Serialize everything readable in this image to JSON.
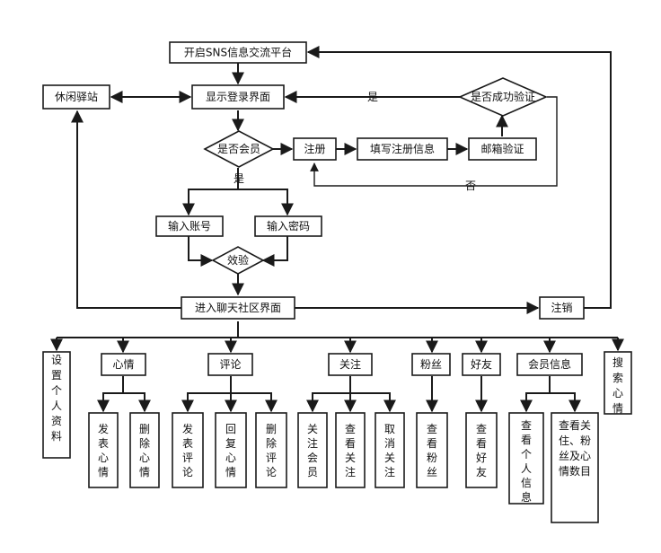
{
  "nodes": {
    "start": "开启SNS信息交流平台",
    "leisure": "休闲驿站",
    "login_screen": "显示登录界面",
    "verify_ok": "是否成功验证",
    "is_member": "是否会员",
    "register": "注册",
    "fill_info": "填写注册信息",
    "email_verify": "邮箱验证",
    "input_account": "输入账号",
    "input_password": "输入密码",
    "validate": "效验",
    "chat_community": "进入聊天社区界面",
    "logout": "注销",
    "settings": "设置个人资料",
    "mood": "心情",
    "comment": "评论",
    "follow": "关注",
    "fans": "粉丝",
    "friends": "好友",
    "member_info": "会员信息",
    "search_mood": "搜索心情",
    "post_mood": "发表心情",
    "delete_mood": "删除心情",
    "post_comment": "发表评论",
    "reply_mood": "回复心情",
    "delete_comment": "删除评论",
    "follow_member": "关注会员",
    "view_follow": "查看关注",
    "unfollow": "取消关注",
    "view_fans": "查看粉丝",
    "view_friends": "查看好友",
    "view_personal": "查看个人信息",
    "view_stats": "查看关住、粉丝及心情数目"
  },
  "edge_labels": {
    "yes_verify": "是",
    "yes_member": "是",
    "no_verify": "否"
  }
}
